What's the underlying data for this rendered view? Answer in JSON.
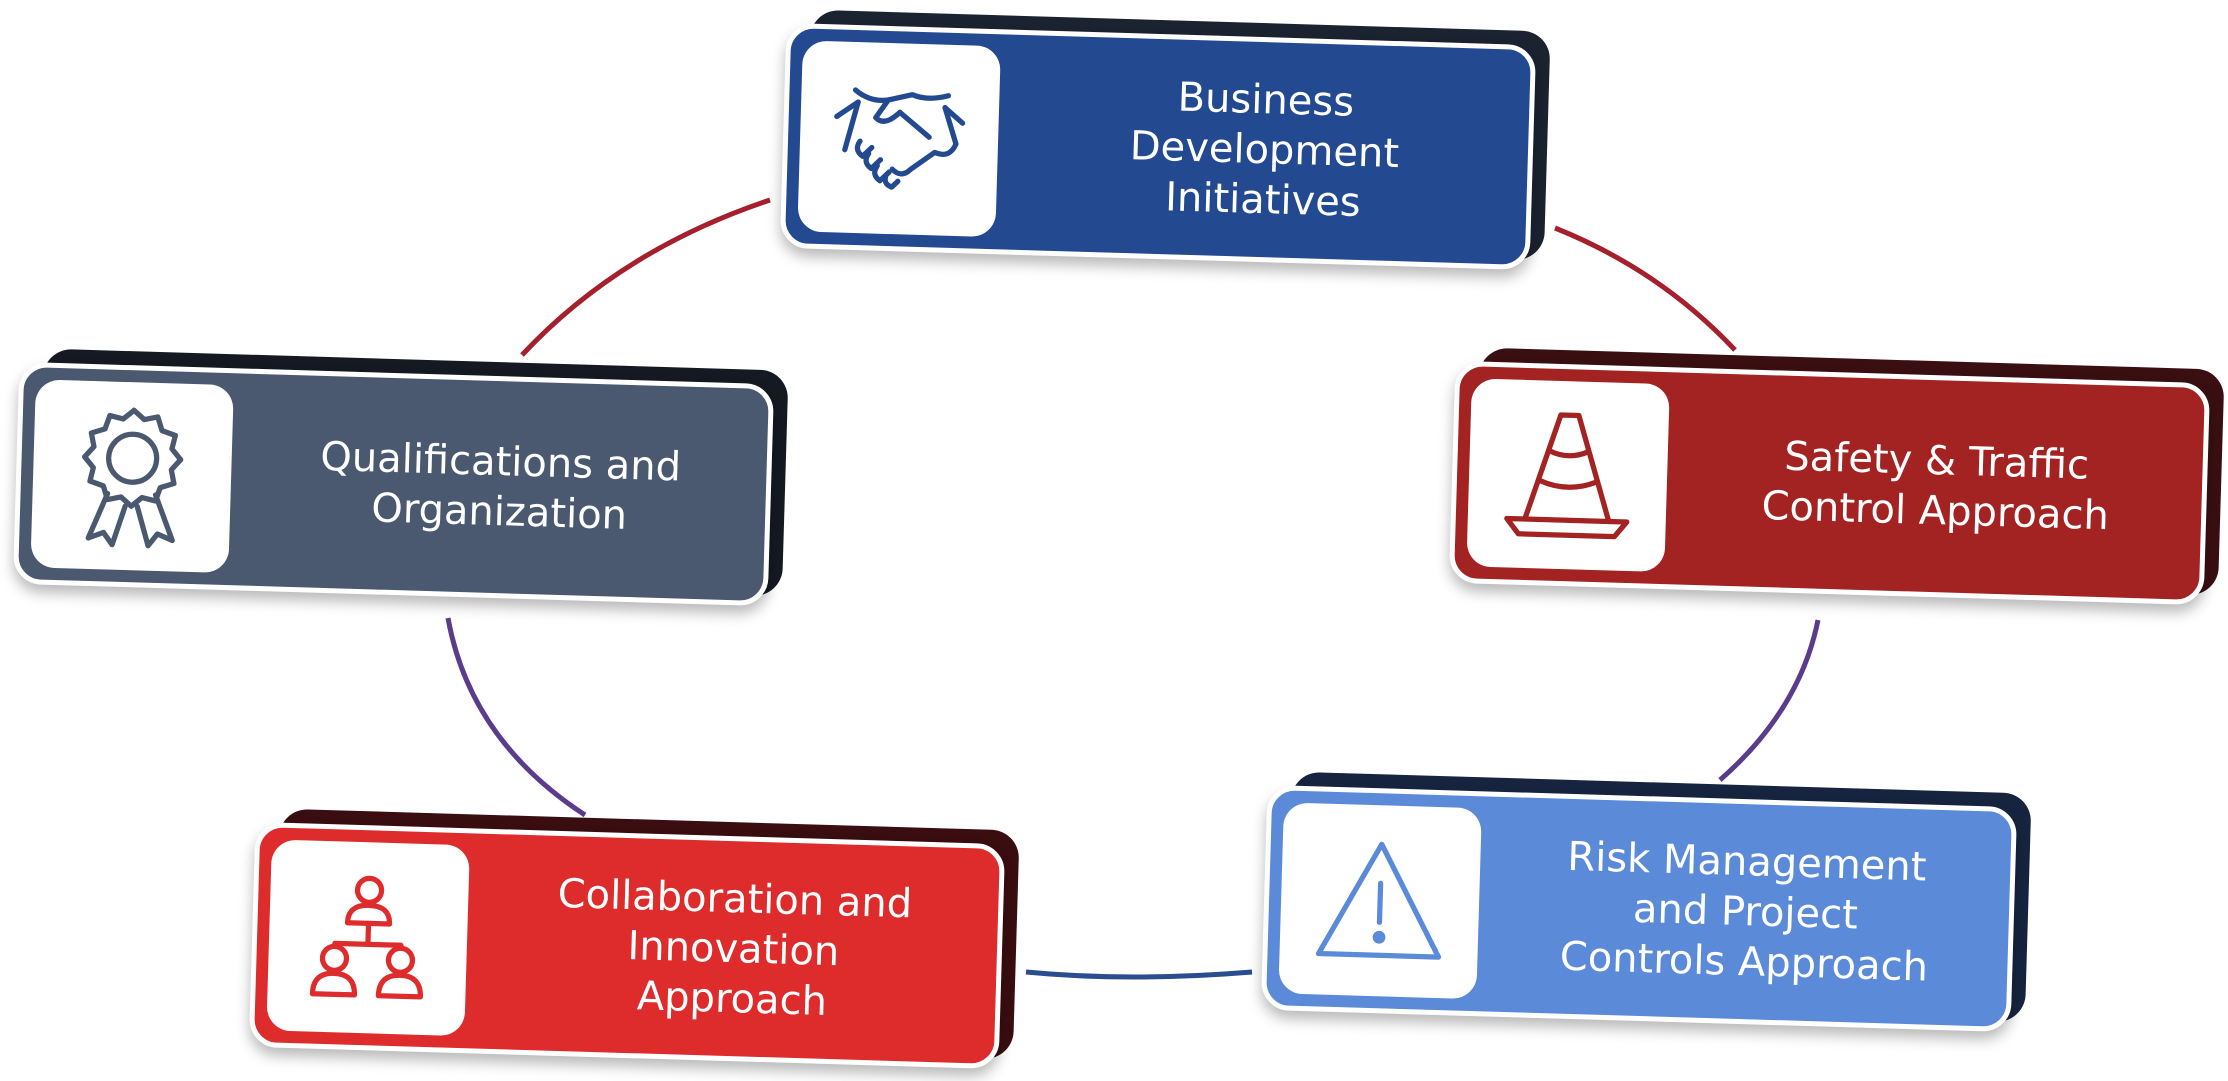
{
  "colors": {
    "navy": "#234a91",
    "dark_red": "#a32222",
    "bright_red": "#de2c2c",
    "light_blue": "#5b8ad8",
    "slate": "#4a5870",
    "connector_red": "#a51f2d",
    "connector_purple": "#5b3b8c",
    "connector_blue": "#2a4d8f"
  },
  "nodes": [
    {
      "id": "business",
      "label": "Business\nDevelopment\nInitiatives",
      "icon": "handshake-icon"
    },
    {
      "id": "safety",
      "label": "Safety & Traffic\nControl Approach",
      "icon": "traffic-cone-icon"
    },
    {
      "id": "risk",
      "label": "Risk Management\nand Project\nControls Approach",
      "icon": "warning-triangle-icon"
    },
    {
      "id": "collab",
      "label": "Collaboration and\nInnovation\nApproach",
      "icon": "team-hierarchy-icon"
    },
    {
      "id": "quals",
      "label": "Qualifications and\nOrganization",
      "icon": "award-ribbon-icon"
    }
  ]
}
